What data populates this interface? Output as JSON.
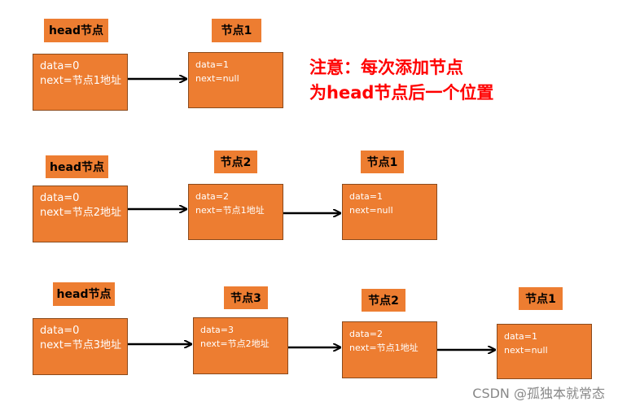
{
  "colors": {
    "box": "#ED7D31",
    "note": "#FF0000",
    "arrow": "#000000"
  },
  "note": {
    "line1": "注意：每次添加节点",
    "line2": "为head节点后一个位置"
  },
  "watermark": "CSDN @孤独本就常态",
  "rows": [
    {
      "labels": [
        "head节点",
        "节点1"
      ],
      "nodes": [
        {
          "data": "data=0",
          "next": "next=节点1地址"
        },
        {
          "data": "data=1",
          "next": "next=null"
        }
      ]
    },
    {
      "labels": [
        "head节点",
        "节点2",
        "节点1"
      ],
      "nodes": [
        {
          "data": "data=0",
          "next": "next=节点2地址"
        },
        {
          "data": "data=2",
          "next": "next=节点1地址"
        },
        {
          "data": "data=1",
          "next": "next=null"
        }
      ]
    },
    {
      "labels": [
        "head节点",
        "节点3",
        "节点2",
        "节点1"
      ],
      "nodes": [
        {
          "data": "data=0",
          "next": "next=节点3地址"
        },
        {
          "data": "data=3",
          "next": "next=节点2地址"
        },
        {
          "data": "data=2",
          "next": "next=节点1地址"
        },
        {
          "data": "data=1",
          "next": "next=null"
        }
      ]
    }
  ]
}
